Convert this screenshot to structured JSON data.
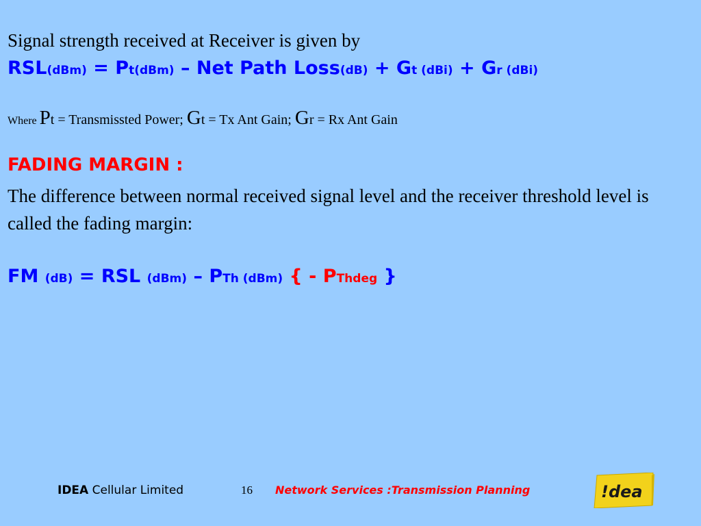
{
  "heading": "Signal strength received at Receiver is given by",
  "rsl_formula": {
    "a": "RSL",
    "a_unit": "(dBm)",
    "b": " = P",
    "b_sub": "t(dBm)",
    "c": " – Net Path Loss",
    "c_unit": "(dB)",
    "d": " + G",
    "d_sub": "t",
    "d_unit": " (dBi)",
    "e": " + G",
    "e_sub": "r",
    "e_unit": " (dBi)"
  },
  "where_line": {
    "where": "Where ",
    "p": "P",
    "p_text": "t = Transmissted Power; ",
    "g1": "G",
    "g1_text": "t = Tx Ant Gain; ",
    "g2": "G",
    "g2_text": "r = Rx Ant Gain"
  },
  "fading_heading": "FADING MARGIN :",
  "fading_definition": "The difference between normal received signal level and the receiver threshold level is called the fading margin:",
  "fm_formula": {
    "a": "FM ",
    "a_unit": "(dB)",
    "b": " = RSL ",
    "b_unit": "(dBm)",
    "c": " – P",
    "c_sub": "Th",
    "c_unit": " (dBm)",
    "d": " { - P",
    "d_sub": "Thdeg",
    "d_end": " }"
  },
  "footer": {
    "company_bold": "IDEA",
    "company_rest": " Cellular Limited",
    "page_number": "16",
    "title": "Network Services :Transmission Planning",
    "logo_text": "!dea"
  },
  "colors": {
    "background": "#99ccff",
    "formula_blue": "#0000ff",
    "accent_red": "#ff0000",
    "logo_yellow": "#f2d21b"
  }
}
